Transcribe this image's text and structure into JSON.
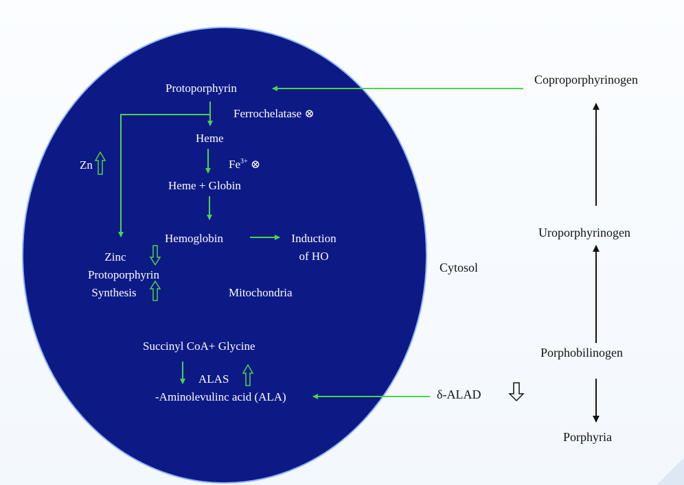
{
  "colors": {
    "cell_fill": "#0d1a86",
    "cell_border": "#8fb4ff",
    "arrow_green": "#4cd34c",
    "text_light": "#ffffff",
    "text_dark": "#111111"
  },
  "mito": {
    "protoporphyrin": "Protoporphyrin",
    "ferrochelatase": "Ferrochelatase ⊗",
    "heme": "Heme",
    "fe_base": "Fe",
    "fe_sup": "3+",
    "fe_inhibit": "⊗",
    "heme_globin": "Heme + Globin",
    "zn": "Zn",
    "hemoglobin": "Hemoglobin",
    "induction_line1": "Induction",
    "induction_line2": "of HO",
    "zinc_line1": "Zinc",
    "zinc_line2": "Protoporphyrin",
    "zinc_line3": "Synthesis",
    "mitochondria": "Mitochondria",
    "succinyl": "Succinyl CoA+ Glycine",
    "alas": "ALAS",
    "ala": "-Aminolevulinc acid (ALA)"
  },
  "cytosol": {
    "label": "Cytosol",
    "coproporphyrinogen": "Coproporphyrinogen",
    "uroporphyrinogen": "Uroporphyrinogen",
    "porphobilinogen": "Porphobilinogen",
    "porphyria": "Porphyria",
    "alad": "δ-ALAD"
  }
}
